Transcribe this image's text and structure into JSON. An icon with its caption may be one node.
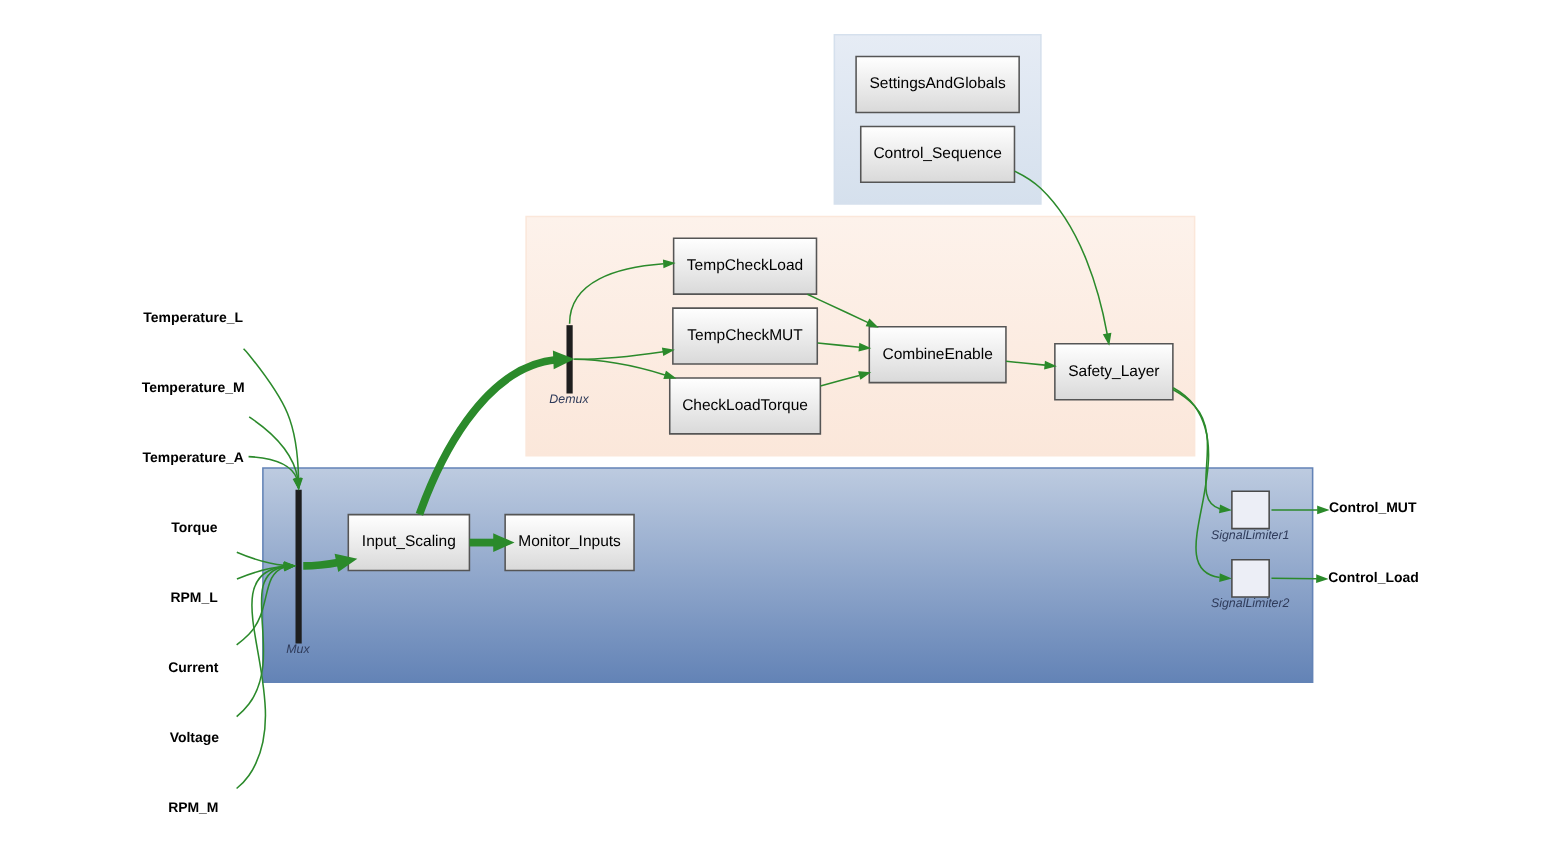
{
  "diagram": {
    "nodes": [
      {
        "text": [],
        "shape": "band"
      },
      {
        "text": [
          "SettingsAndGlobals"
        ],
        "in": 0
      },
      {
        "text": [
          "Control_Sequence"
        ],
        "in": 0
      },
      {
        "text": [],
        "shape": "band"
      },
      {
        "text": [
          "Safety_Layer"
        ],
        "in": 3
      },
      {
        "text": [
          "CombineEnable"
        ],
        "in": 3
      },
      {
        "text": [
          "CheckLoadTorque"
        ],
        "in": 3
      },
      {
        "text": [
          "TempCheckMUT"
        ],
        "in": 3
      },
      {
        "text": [
          "TempCheckLoad"
        ],
        "in": 3
      },
      {
        "text": [],
        "shape": "bar",
        "beside": [
          "Demux"
        ],
        "in": 3
      },
      {
        "text": [],
        "shape": "band"
      },
      {
        "text": [],
        "shape": "box",
        "beside": [
          "SignalLimiter1"
        ],
        "in": 10
      },
      {
        "text": [],
        "shape": "box",
        "beside": [
          "SignalLimiter2"
        ],
        "in": 10
      },
      {
        "text": [
          "Input_Scaling"
        ],
        "in": 10
      },
      {
        "text": [
          "Monitor_Inputs"
        ],
        "in": 10
      },
      {
        "text": [],
        "shape": "bar",
        "beside": [
          "Mux"
        ],
        "in": 10
      },
      {
        "text": [
          "Control_MUT"
        ]
      },
      {
        "text": [
          "Control_Load"
        ]
      },
      {
        "text": [
          "Temperature_L"
        ]
      },
      {
        "text": [
          "Temperature_M"
        ]
      },
      {
        "text": [
          "Temperature_A"
        ]
      },
      {
        "text": [
          "Torque"
        ]
      },
      {
        "text": [
          "RPM_L"
        ]
      },
      {
        "text": [
          "Current"
        ]
      },
      {
        "text": [
          "Voltage"
        ]
      },
      {
        "text": [
          "RPM_M"
        ]
      }
    ],
    "edges": [
      {
        "from": 2,
        "to": 4,
        "arrow": "to"
      },
      {
        "from": 4,
        "to": 11,
        "arrow": "to"
      },
      {
        "from": 4,
        "to": 12,
        "arrow": "to"
      },
      {
        "from": 11,
        "to": 16,
        "arrow": "to"
      },
      {
        "from": 12,
        "to": 17,
        "arrow": "to"
      },
      {
        "from": 5,
        "to": 4,
        "arrow": "to"
      },
      {
        "from": 6,
        "to": 5,
        "arrow": "to"
      },
      {
        "from": 7,
        "to": 5,
        "arrow": "to"
      },
      {
        "from": 8,
        "to": 5,
        "arrow": "to"
      },
      {
        "from": 9,
        "to": 6,
        "arrow": "to"
      },
      {
        "from": 9,
        "to": 7,
        "arrow": "to"
      },
      {
        "from": 9,
        "to": 8,
        "arrow": "to"
      },
      {
        "from": 13,
        "to": 9,
        "arrow": "to",
        "style": "thick"
      },
      {
        "from": 13,
        "to": 14,
        "arrow": "to",
        "style": "thick"
      },
      {
        "from": 15,
        "to": 13,
        "arrow": "to",
        "style": "thick"
      },
      {
        "from": 18,
        "to": 15,
        "arrow": "to"
      },
      {
        "from": 19,
        "to": 15,
        "arrow": "to"
      },
      {
        "from": 20,
        "to": 15,
        "arrow": "to"
      },
      {
        "from": 21,
        "to": 15,
        "arrow": "to"
      },
      {
        "from": 22,
        "to": 15,
        "arrow": "to"
      },
      {
        "from": 23,
        "to": 15,
        "arrow": "to"
      },
      {
        "from": 24,
        "to": 15,
        "arrow": "to"
      },
      {
        "from": 25,
        "to": 15,
        "arrow": "to"
      }
    ]
  }
}
